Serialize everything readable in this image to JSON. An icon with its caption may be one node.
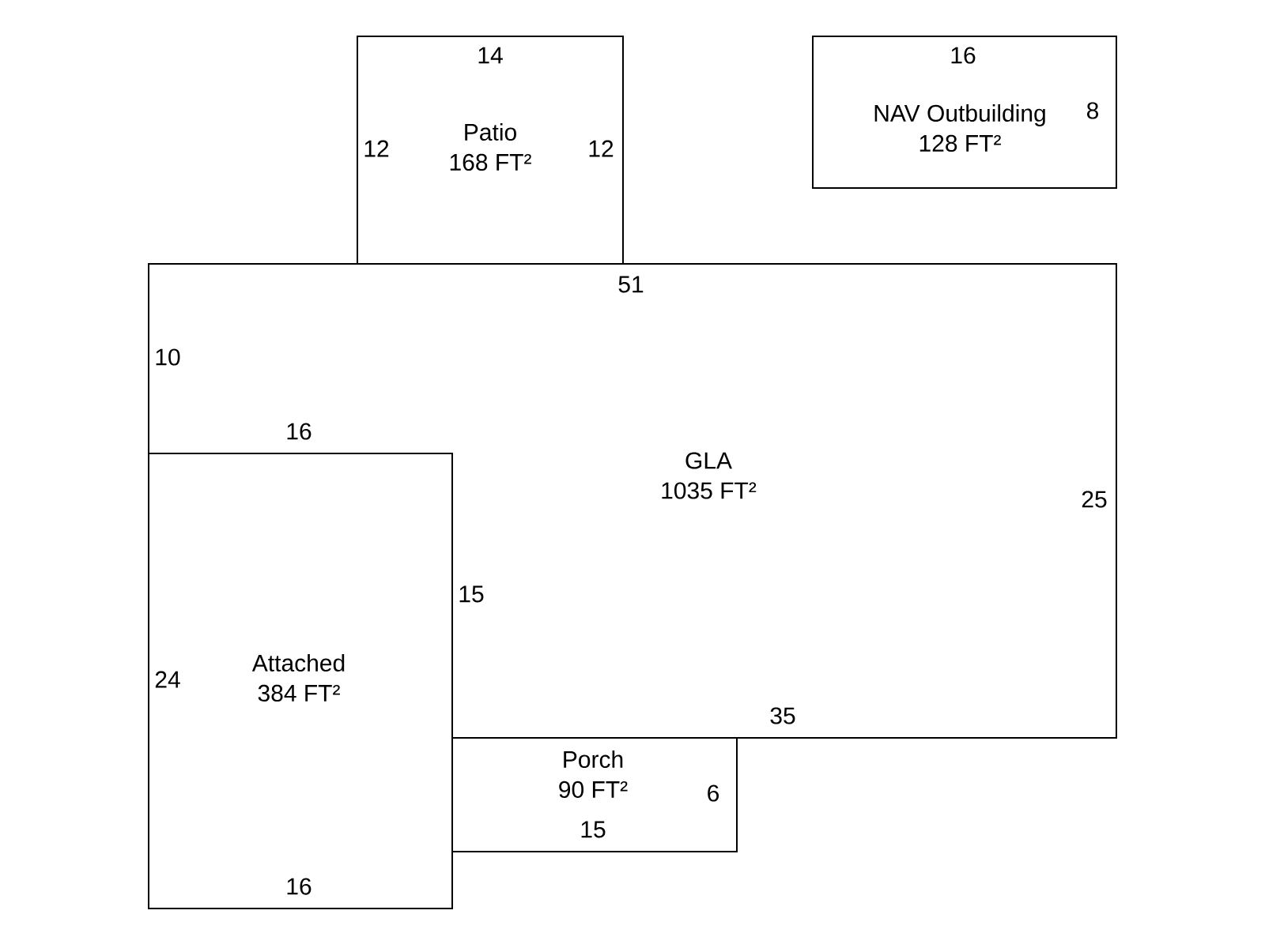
{
  "diagram": {
    "nodes": [
      {
        "text": [
          "Patio",
          "168 FT²"
        ]
      },
      {
        "text": [
          "NAV Outbuilding",
          "128 FT²"
        ]
      },
      {
        "text": [
          "GLA",
          "1035 FT²"
        ]
      },
      {
        "text": [
          "Attached",
          "384 FT²"
        ]
      },
      {
        "text": [
          "Porch",
          "90 FT²"
        ]
      }
    ],
    "labels": [
      "14",
      "16",
      "12",
      "12",
      "8",
      "51",
      "10",
      "16",
      "25",
      "15",
      "24",
      "35",
      "6",
      "15",
      "16"
    ]
  }
}
